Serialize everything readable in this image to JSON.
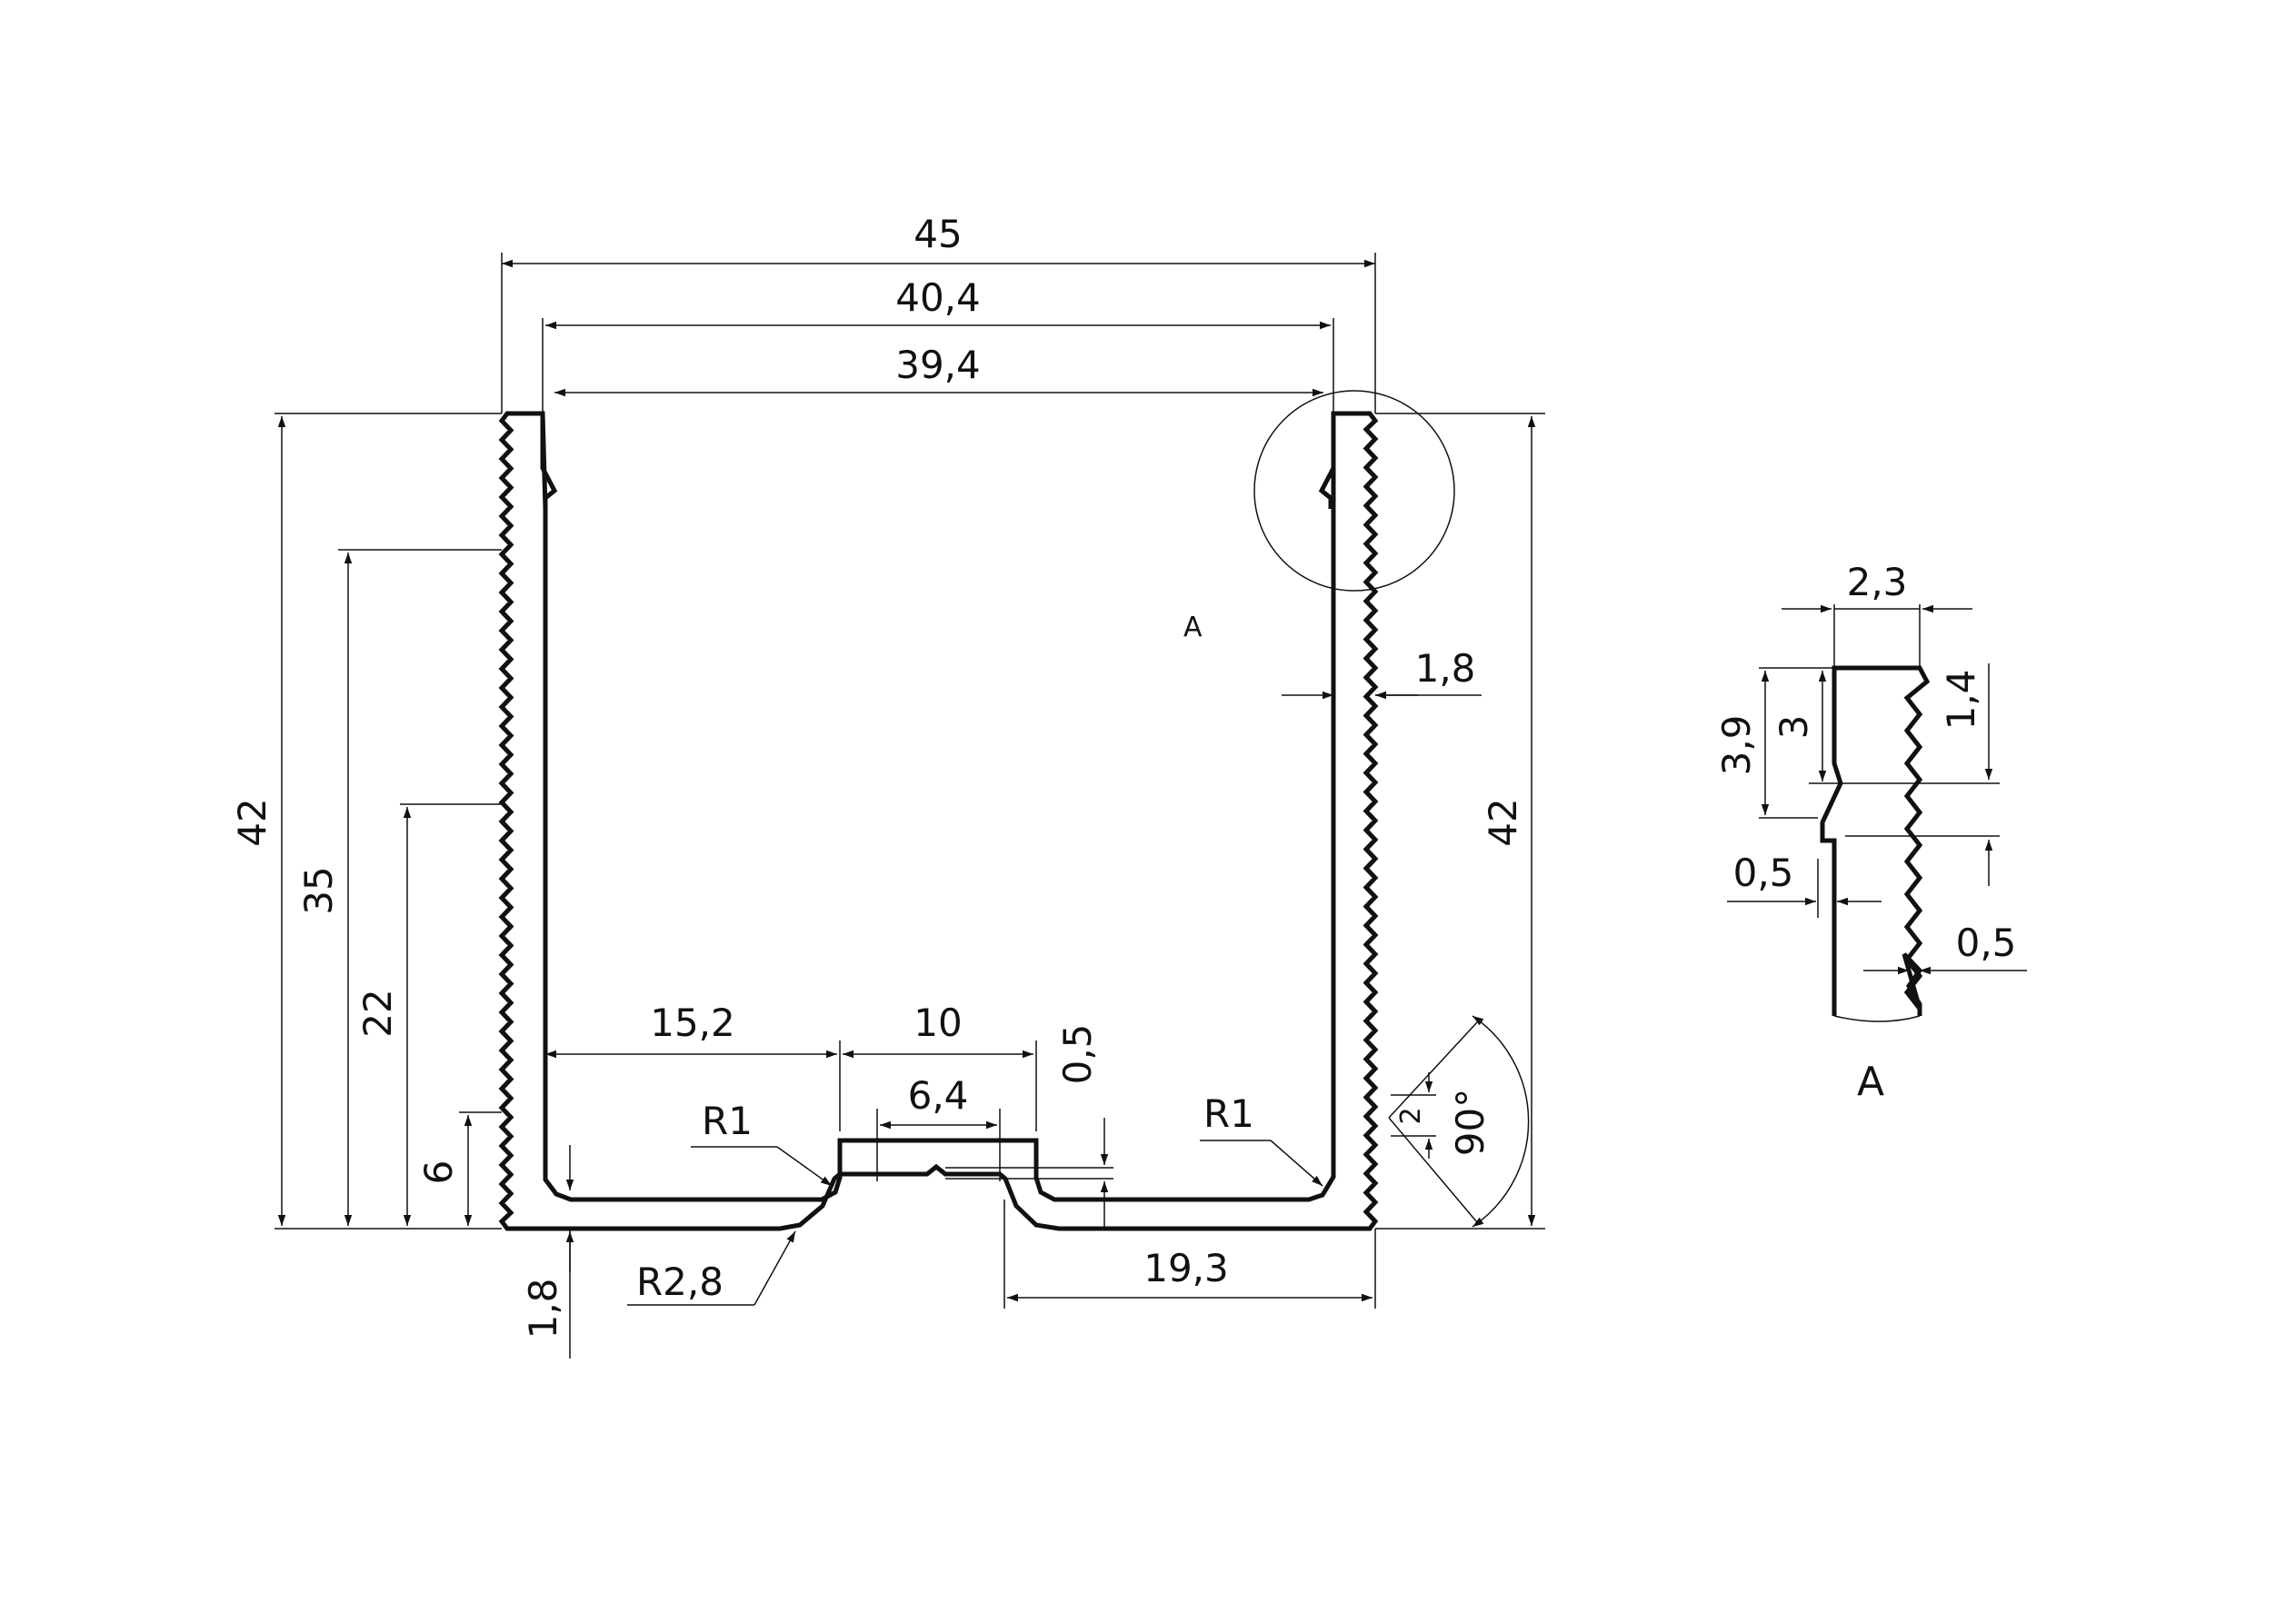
{
  "main_view": {
    "dims": {
      "width_total": "45",
      "width_inner_top": "40,4",
      "width_inner_lips": "39,4",
      "height_left": "42",
      "height_right": "42",
      "height_35": "35",
      "height_22": "22",
      "height_6": "6",
      "wall_thickness": "1,8",
      "bottom_thickness": "1,8",
      "base_left_width": "15,2",
      "channel_width": "10",
      "slot_width": "6,4",
      "slot_depth": "0,5",
      "base_right_width": "19,3",
      "radius_left": "R1",
      "radius_right": "R1",
      "radius_outer": "R2,8",
      "tooth_pitch": "2",
      "tooth_angle": "90°"
    },
    "detail_marker": "A"
  },
  "detail_view": {
    "label": "A",
    "dims": {
      "top_width": "2,3",
      "height_total": "3,9",
      "height_upper": "3",
      "height_right": "1,4",
      "step_offset": "0,5",
      "tooth_depth": "0,5"
    }
  }
}
